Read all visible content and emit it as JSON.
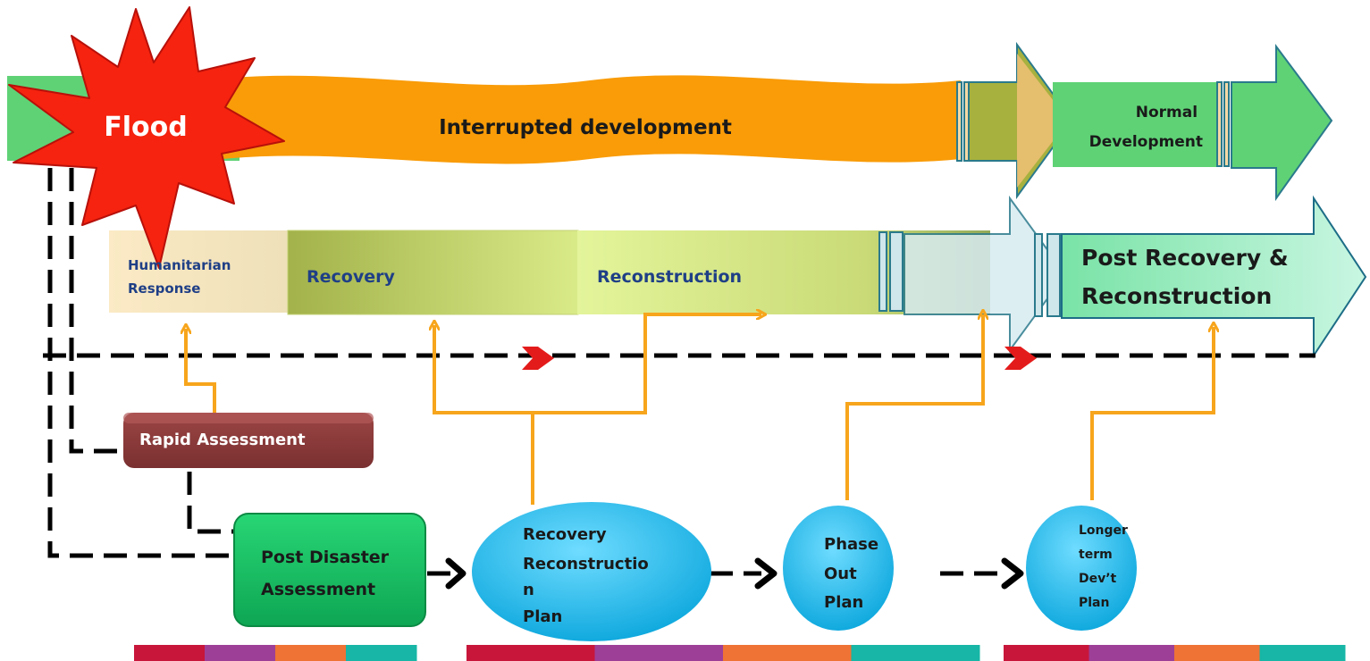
{
  "event": {
    "label": "Flood"
  },
  "tracks": {
    "interrupted": "Interrupted development",
    "normal": [
      "Normal",
      "Development"
    ]
  },
  "phases": {
    "humanitarian": [
      "Humanitarian",
      "Response"
    ],
    "recovery": "Recovery",
    "reconstruction": "Reconstruction",
    "post_recovery": [
      "Post Recovery &",
      "Reconstruction"
    ]
  },
  "assessments": {
    "rapid": "Rapid Assessment",
    "post_disaster": [
      "Post Disaster",
      "Assessment"
    ]
  },
  "plans": {
    "recovery_plan": [
      "Recovery",
      "Reconstructio",
      "n",
      "Plan"
    ],
    "phase_out": [
      "Phase",
      "Out",
      "Plan"
    ],
    "longer_term": [
      "Longer",
      "term",
      "Dev’t",
      "Plan"
    ]
  },
  "colors": {
    "flood_red": "#f5230f",
    "interrupted_orange": "#f99c08",
    "normal_green": "#5fd276",
    "arrow_orange": "#f7a51c",
    "plan_blue": "#14b8e6",
    "pda_green": "#16c463",
    "rapid_brown": "#8b3b3b",
    "footer": [
      "#c8163a",
      "#9d3f97",
      "#ee7335",
      "#17b6a6"
    ]
  }
}
